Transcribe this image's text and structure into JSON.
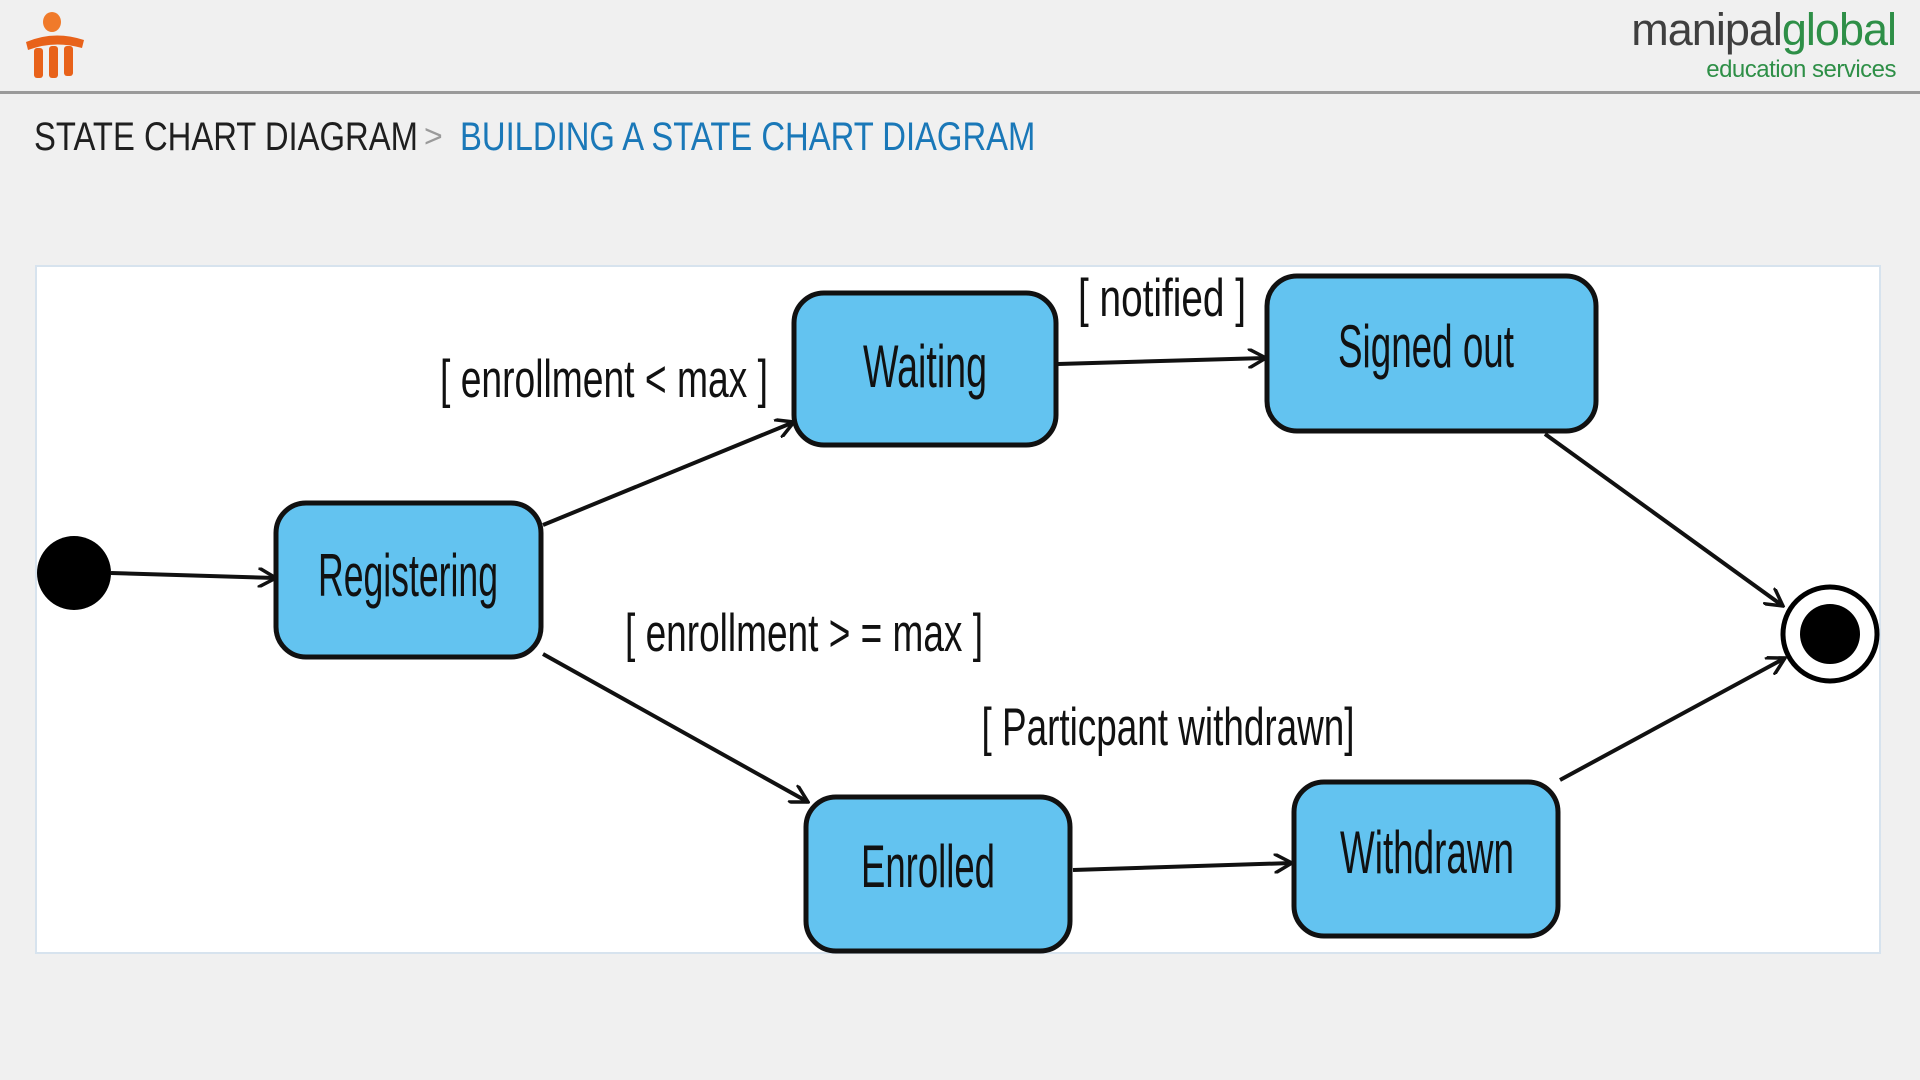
{
  "header": {
    "brand_name_part1": "manipal",
    "brand_name_part2": "global",
    "brand_subtitle": "education services"
  },
  "breadcrumb": {
    "section": "STATE CHART DIAGRAM",
    "separator": ">",
    "current": "BUILDING A STATE CHART DIAGRAM"
  },
  "colors": {
    "state_fill": "#63c3f0",
    "accent_blue": "#1a78b8",
    "brand_green": "#2e8f47",
    "logo_orange": "#f07a2a"
  },
  "diagram": {
    "states": {
      "registering": "Registering",
      "waiting": "Waiting",
      "signed_out": "Signed out",
      "enrolled": "Enrolled",
      "withdrawn": "Withdrawn"
    },
    "guards": {
      "enrollment_lt_max": "[ enrollment < max ]",
      "notified": "[ notified ]",
      "enrollment_ge_max": "[ enrollment > = max ]",
      "participant_withdrawn": "[ Particpant withdrawn]"
    }
  }
}
